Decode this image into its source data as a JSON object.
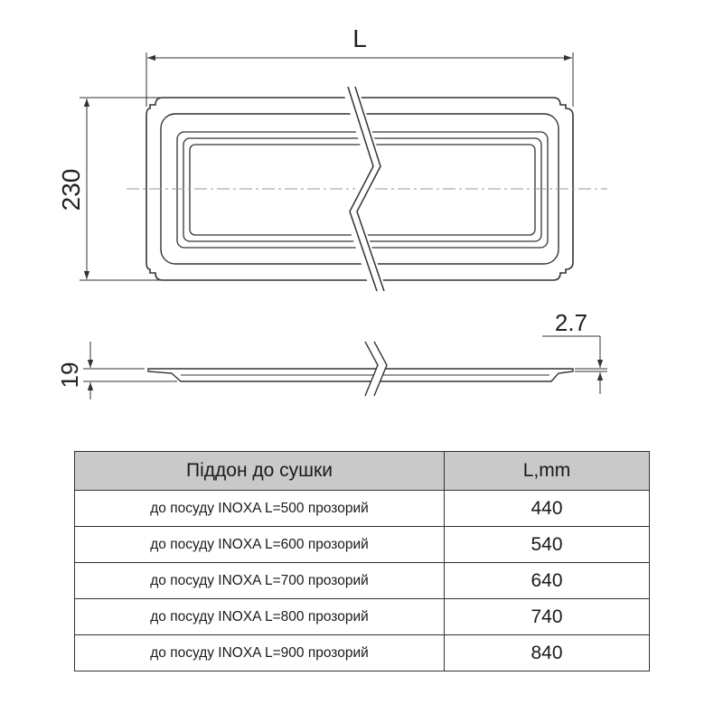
{
  "drawing": {
    "dimensions": {
      "length_label": "L",
      "width_label": "230",
      "height_label": "19",
      "thickness_label": "2.7"
    }
  },
  "table": {
    "headers": [
      "Піддон до сушки",
      "L,mm"
    ],
    "rows": [
      {
        "name": "до посуду INOXA L=500 прозорий",
        "length": "440"
      },
      {
        "name": "до посуду INOXA L=600 прозорий",
        "length": "540"
      },
      {
        "name": "до посуду INOXA L=700 прозорий",
        "length": "640"
      },
      {
        "name": "до посуду INOXA L=800 прозорий",
        "length": "740"
      },
      {
        "name": "до посуду INOXA L=900 прозорий",
        "length": "840"
      }
    ]
  }
}
